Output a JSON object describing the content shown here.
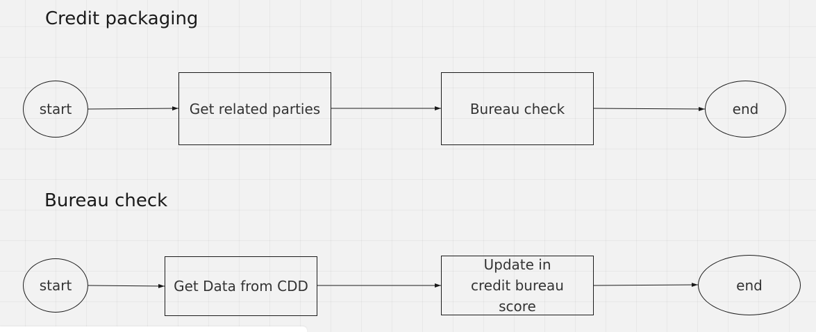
{
  "diagrams": [
    {
      "title": "Credit packaging",
      "start_label": "start",
      "step1_label": "Get related parties",
      "step2_label": "Bureau check",
      "end_label": "end"
    },
    {
      "title": "Bureau check",
      "start_label": "start",
      "step1_label": "Get Data from CDD",
      "step2_label": "Update in credit bureau score",
      "end_label": "end"
    }
  ],
  "colors": {
    "background": "#f2f2f2",
    "stroke": "#1a1a1a",
    "text": "#333333"
  }
}
